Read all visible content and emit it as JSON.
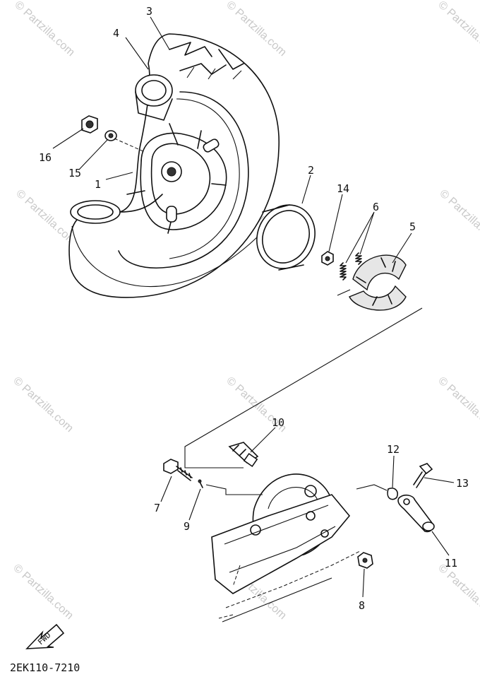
{
  "callouts": [
    "1",
    "2",
    "3",
    "4",
    "5",
    "6",
    "7",
    "8",
    "9",
    "10",
    "11",
    "12",
    "13",
    "14",
    "15",
    "16"
  ],
  "fwd_label": "FWD",
  "diagram_code": "2EK110-7210",
  "watermark": "© Partzilla.com"
}
